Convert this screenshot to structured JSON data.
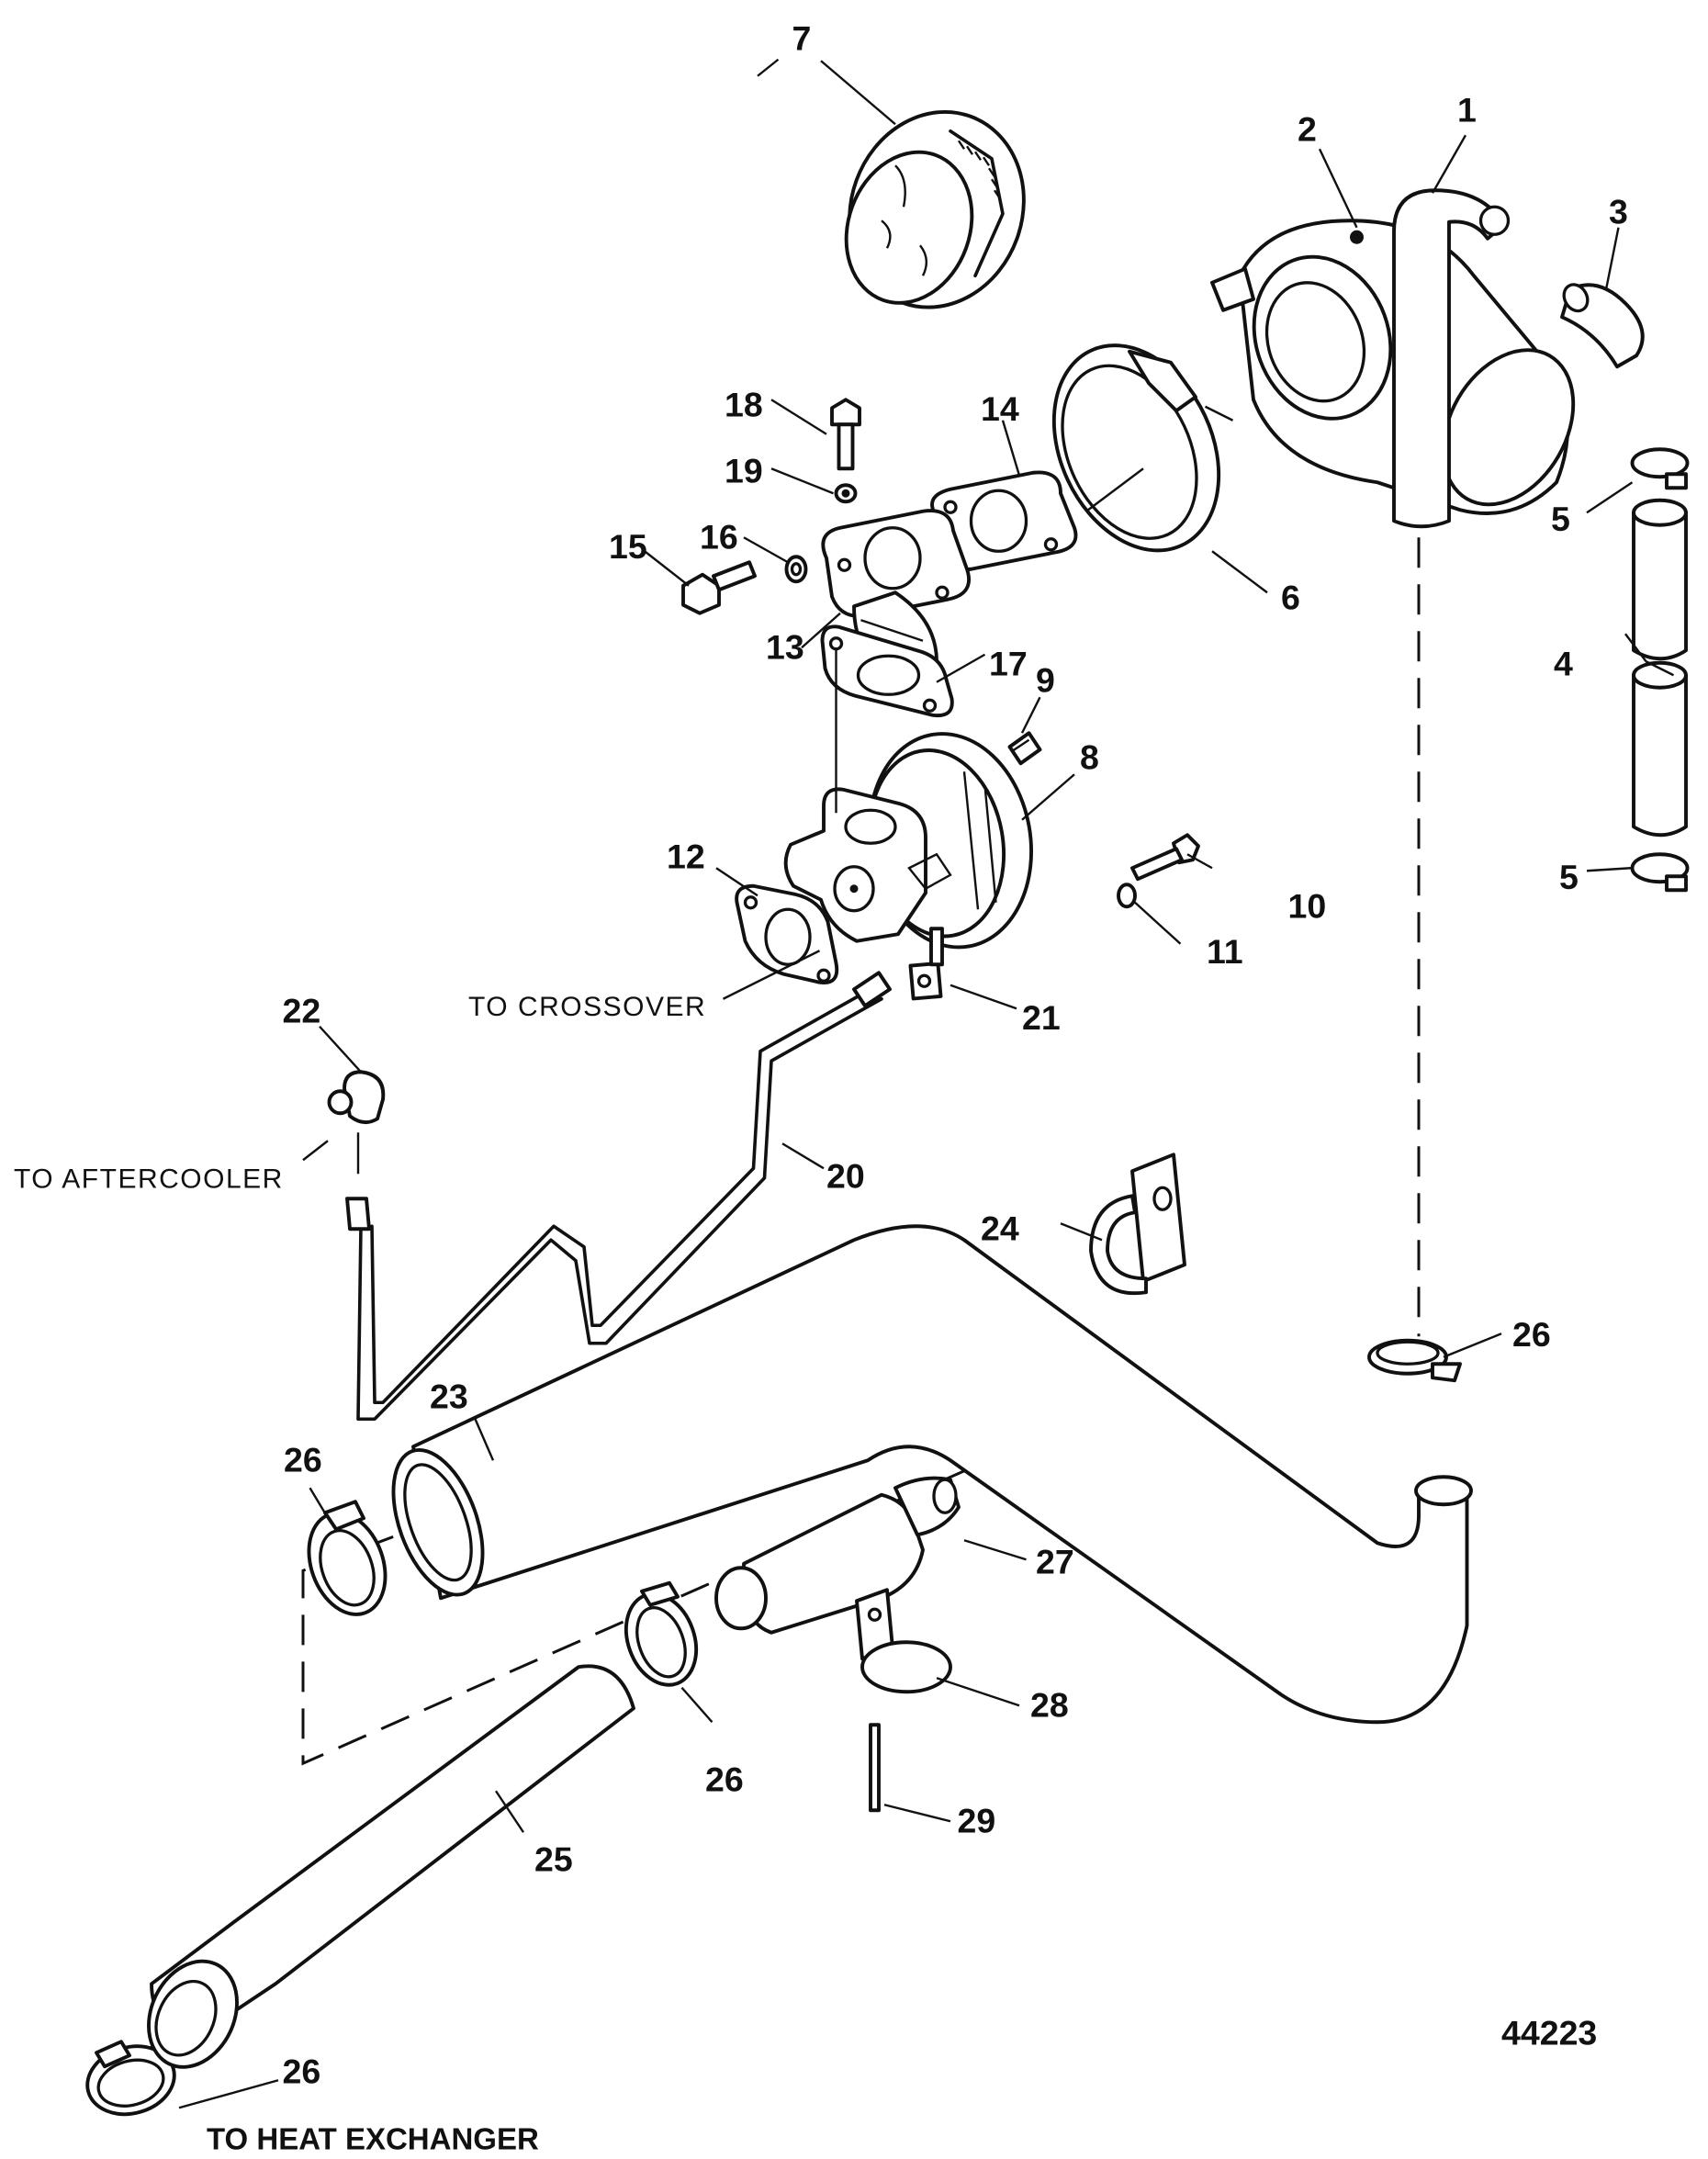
{
  "diagram": {
    "type": "exploded-parts-diagram",
    "figure_number": "44223",
    "callouts": [
      {
        "id": "1",
        "label": "1"
      },
      {
        "id": "2",
        "label": "2"
      },
      {
        "id": "3",
        "label": "3"
      },
      {
        "id": "4",
        "label": "4"
      },
      {
        "id": "5a",
        "label": "5"
      },
      {
        "id": "5b",
        "label": "5"
      },
      {
        "id": "6",
        "label": "6"
      },
      {
        "id": "7",
        "label": "7"
      },
      {
        "id": "8",
        "label": "8"
      },
      {
        "id": "9",
        "label": "9"
      },
      {
        "id": "10",
        "label": "10"
      },
      {
        "id": "11",
        "label": "11"
      },
      {
        "id": "12",
        "label": "12"
      },
      {
        "id": "13",
        "label": "13"
      },
      {
        "id": "14",
        "label": "14"
      },
      {
        "id": "15",
        "label": "15"
      },
      {
        "id": "16",
        "label": "16"
      },
      {
        "id": "17",
        "label": "17"
      },
      {
        "id": "18",
        "label": "18"
      },
      {
        "id": "19",
        "label": "19"
      },
      {
        "id": "20",
        "label": "20"
      },
      {
        "id": "21",
        "label": "21"
      },
      {
        "id": "22",
        "label": "22"
      },
      {
        "id": "23",
        "label": "23"
      },
      {
        "id": "24",
        "label": "24"
      },
      {
        "id": "25",
        "label": "25"
      },
      {
        "id": "26a",
        "label": "26"
      },
      {
        "id": "26b",
        "label": "26"
      },
      {
        "id": "26c",
        "label": "26"
      },
      {
        "id": "26d",
        "label": "26"
      },
      {
        "id": "27",
        "label": "27"
      },
      {
        "id": "28",
        "label": "28"
      },
      {
        "id": "29",
        "label": "29"
      }
    ],
    "notes": {
      "to_crossover": "TO CROSSOVER",
      "to_aftercooler": "TO AFTERCOOLER",
      "to_heat_exchanger": "TO HEAT EXCHANGER"
    }
  }
}
